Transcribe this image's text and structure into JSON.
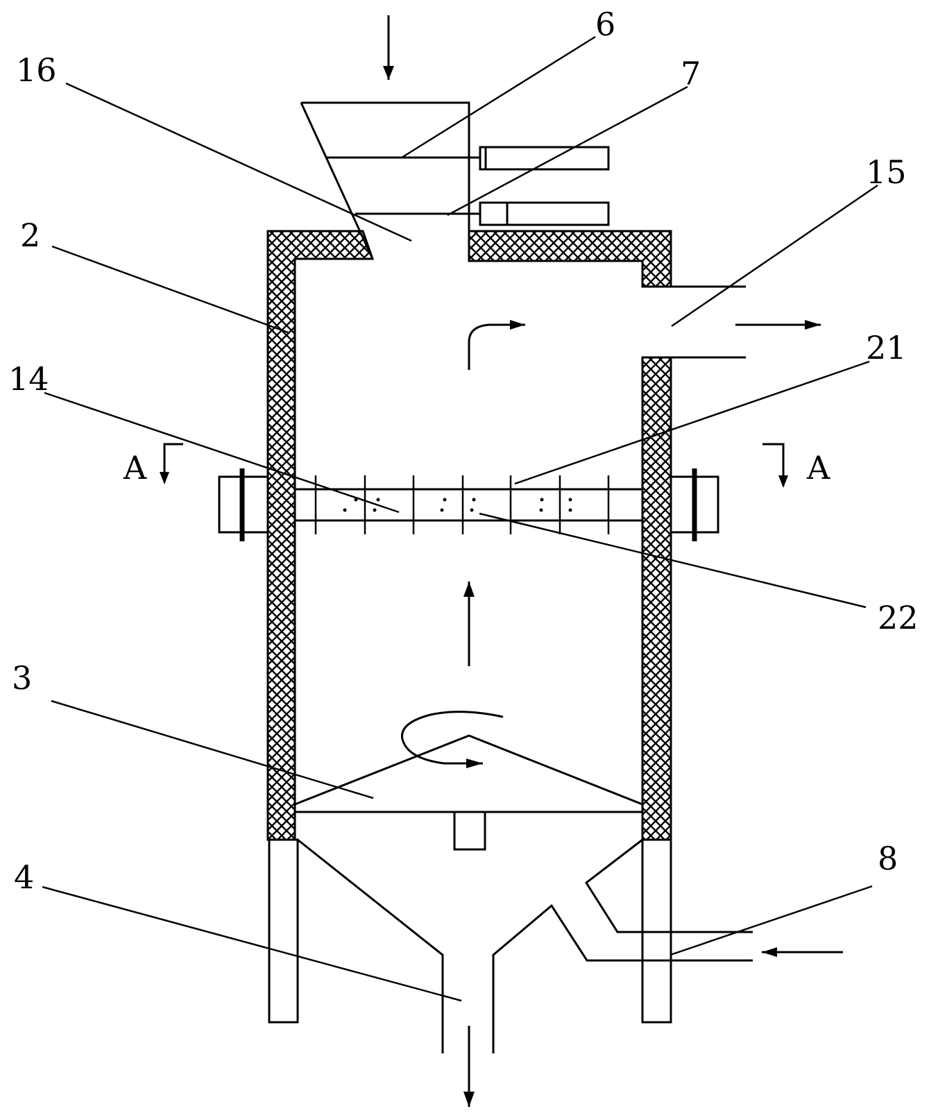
{
  "labels": {
    "l16": "16",
    "l6": "6",
    "l7": "7",
    "l15": "15",
    "l2": "2",
    "l21": "21",
    "l14": "14",
    "l22": "22",
    "l3": "3",
    "l4": "4",
    "l8": "8",
    "sectionLeft": "A",
    "sectionRight": "A"
  },
  "colors": {
    "line": "#000000",
    "background": "#ffffff",
    "hatch": "#000000"
  }
}
